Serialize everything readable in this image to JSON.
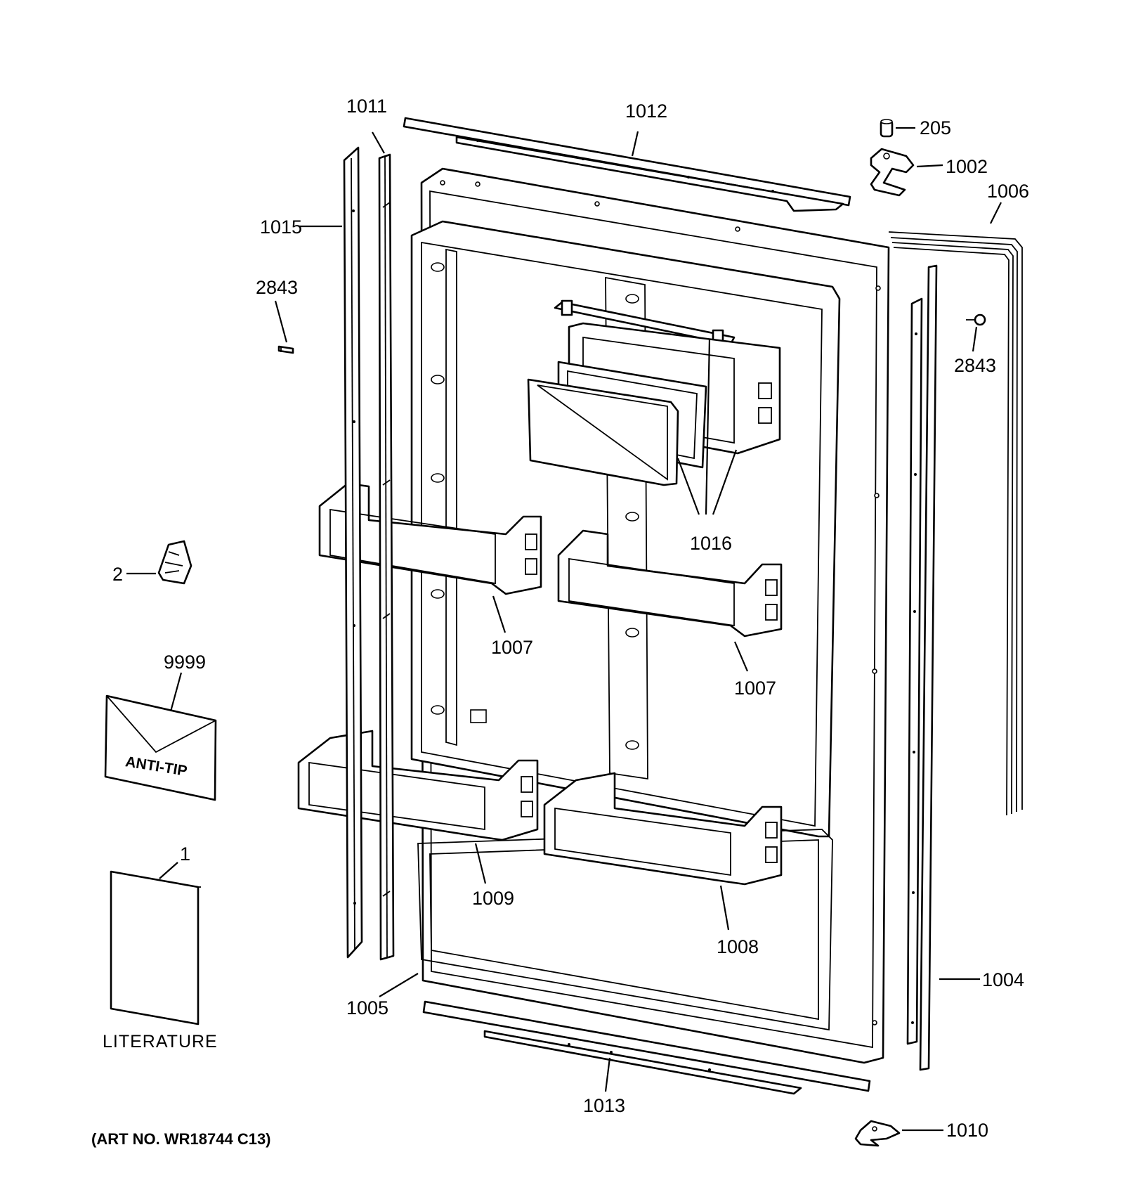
{
  "callouts": {
    "c1011": "1011",
    "c1012": "1012",
    "c205": "205",
    "c1002": "1002",
    "c1006": "1006",
    "c1015": "1015",
    "c2843_left": "2843",
    "c2843_right": "2843",
    "c1016": "1016",
    "c2": "2",
    "c1007_left": "1007",
    "c1007_right": "1007",
    "c9999": "9999",
    "c1": "1",
    "c1009": "1009",
    "c1008": "1008",
    "c1004": "1004",
    "c1005": "1005",
    "c1013": "1013",
    "c1010": "1010"
  },
  "labels": {
    "anti_tip": "ANTI-TIP",
    "literature": "LITERATURE",
    "art_no": "(ART NO. WR18744 C13)"
  }
}
